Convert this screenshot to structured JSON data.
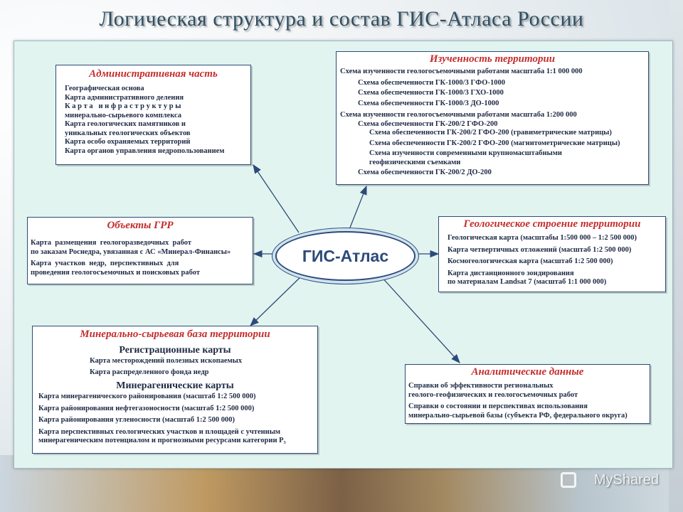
{
  "title": "Логическая структура и состав ГИС-Атласа России",
  "center_label": "ГИС-Атлас",
  "brand": "MyShared",
  "colors": {
    "heading": "#c42d2d",
    "border": "#2c4a7a",
    "panel": "#e2f4ef",
    "text": "#1e2a44"
  },
  "admin": {
    "title": "Административная часть",
    "lines": [
      "Географическая основа",
      "Карта административного деления",
      "К а р т а   и н ф р а с т р у к т у р ы",
      "минерально-сырьевого комплекса",
      "Карта геологических памятников и",
      "уникальных геологических объектов",
      "Карта особо охраняемых территорий",
      "Карта органов управления недропользованием"
    ]
  },
  "study": {
    "title": "Изученность территории",
    "lines": [
      "Схема изученности геологосъемочными работами масштаба 1:1 000 000",
      "Схема обеспеченности ГК-1000/3 ГФО-1000",
      "Схема обеспеченности ГК-1000/3 ГХО-1000",
      "Схема обеспеченности ГК-1000/3 ДО-1000",
      "Схема изученности геологосъемочными работами масштаба 1:200 000",
      "Схема обеспеченности ГК-200/2 ГФО-200",
      "Схема обеспеченности ГК-200/2 ГФО-200 (гравиметрические матрицы)",
      "Схема обеспеченности ГК-200/2 ГФО-200 (магнитометрические матрицы)",
      "Схема изученности современными крупномасштабными",
      "геофизическими съемками",
      "Схема обеспеченности ГК-200/2 ДО-200"
    ]
  },
  "grr": {
    "title": "Объекты ГРР",
    "lines": [
      "Карта  размещения  геологоразведочных  работ",
      "по заказам Роснедра, увязанная с АС «Минерал-Финансы»",
      "Карта  участков  недр,  перспективных  для",
      "проведения геологосъемочных и поисковых работ"
    ]
  },
  "geology": {
    "title": "Геологическое строение территории",
    "lines": [
      "Геологическая карта (масштабы 1:500 000 – 1:2 500 000)",
      "Карта четвертичных отложений (масштаб 1:2 500 000)",
      "Космогеологическая карта (масштаб 1:2 500 000)",
      "Карта дистанционного зондирования",
      "по материалам Landsat 7 (масштаб 1:1 000 000)"
    ]
  },
  "mineral": {
    "title": "Минерально-сырьевая база территории",
    "reg_title": "Регистрационные карты",
    "reg_lines": [
      "Карта месторождений полезных ископаемых",
      "Карта распределенного фонда недр"
    ],
    "min_title": "Минерагенические карты",
    "min_lines": [
      "Карта минерагенического районирования (масштаб 1:2 500 000)",
      "Карта районирования нефтегазоносности (масштаб 1:2 500 000)",
      "Карта районирования угленосности (масштаб 1:2 500 000)",
      "Карта перспективных геологических участков и площадей с учтенным",
      "минерагеническим потенциалом и прогнозными ресурсами категории P₃"
    ]
  },
  "analytic": {
    "title": "Аналитические данные",
    "lines": [
      "Справки об эффективности региональных",
      "геолого-геофизических и геологосъемочных работ",
      "Справки о состоянии и перспективах использования",
      "минерально-сырьевой базы (субъекта РФ, федерального округа)"
    ]
  }
}
